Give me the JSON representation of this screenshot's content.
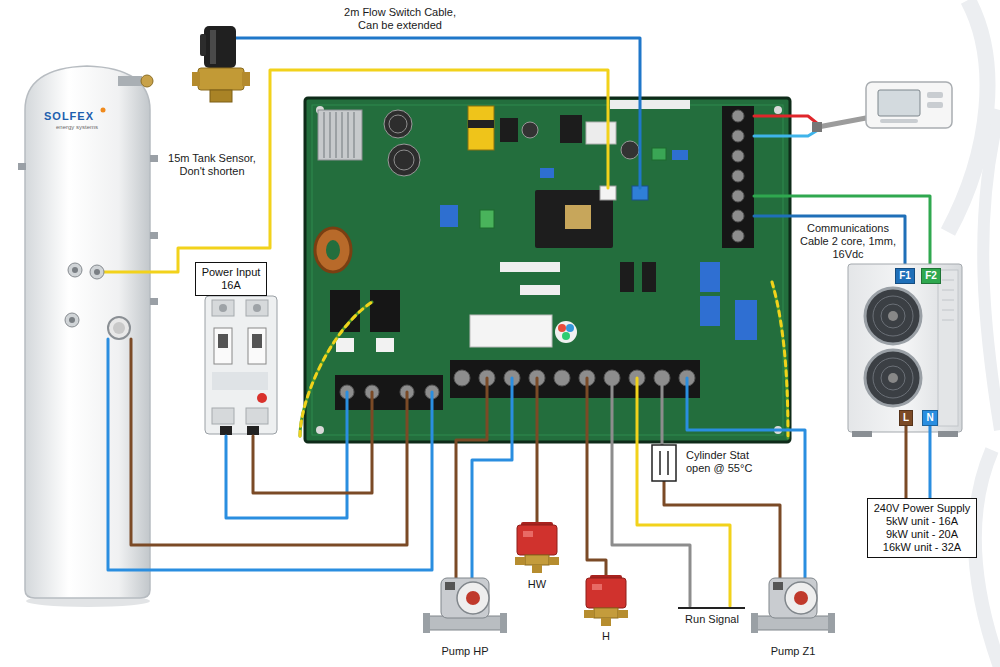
{
  "diagram": {
    "nodes": [
      {
        "text": [
          "Power Input",
          "16A"
        ]
      },
      {
        "text": [
          "F1"
        ]
      },
      {
        "text": [
          "F2"
        ]
      },
      {
        "text": [
          "L"
        ]
      },
      {
        "text": [
          "N"
        ]
      },
      {
        "text": [
          "240V Power Supply",
          "5kW unit - 16A",
          "9kW unit - 20A",
          "16kW unit - 32A"
        ]
      }
    ],
    "edges": [
      {
        "from": 3,
        "to": 5,
        "arrow": "none"
      },
      {
        "from": 4,
        "to": 5,
        "arrow": "none"
      }
    ],
    "labels": [
      "2m Flow Switch Cable, Can be extended",
      "SOLFEX",
      "energy systems",
      "15m Tank Sensor, Don't shorten",
      "Communications Cable 2 core, 1mm, 16Vdc",
      "Cylinder Stat open @ 55°C",
      "HW",
      "H",
      "Run Signal",
      "Pump HP",
      "Pump Z1"
    ]
  }
}
